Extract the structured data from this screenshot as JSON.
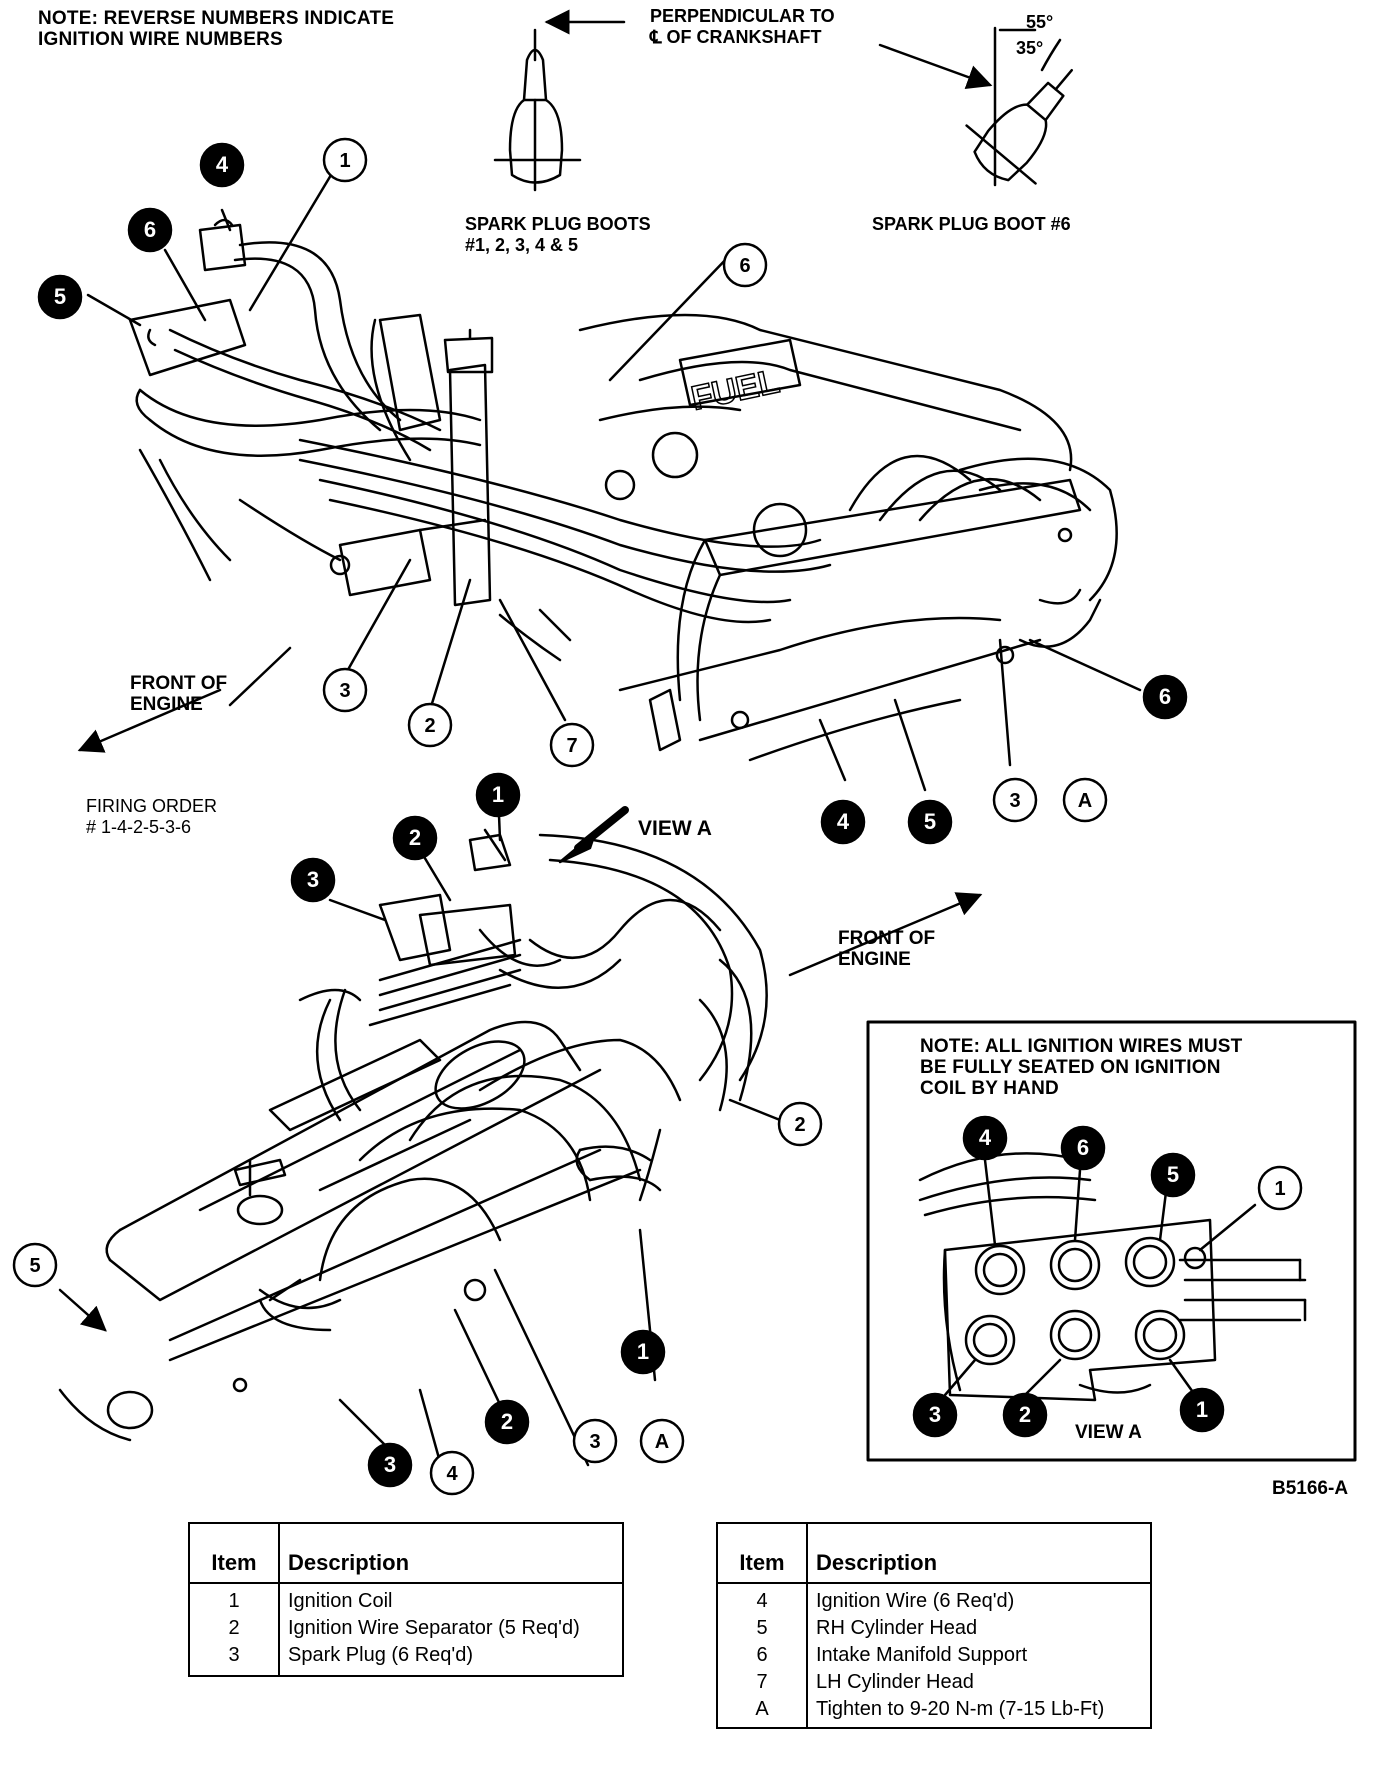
{
  "note_top": [
    "NOTE: REVERSE NUMBERS INDICATE",
    "IGNITION WIRE NUMBERS"
  ],
  "perp_label": [
    "PERPENDICULAR TO",
    "℄ OF CRANKSHAFT"
  ],
  "angle_55": "55°",
  "angle_35": "35°",
  "boots_label": [
    "SPARK PLUG BOOTS",
    "#1, 2, 3, 4 & 5"
  ],
  "boot6_label": "SPARK PLUG BOOT #6",
  "fuel_text": "FUEL",
  "front_upper": [
    "FRONT OF",
    "ENGINE"
  ],
  "firing_order": [
    "FIRING ORDER",
    "# 1-4-2-5-3-6"
  ],
  "view_a": "VIEW A",
  "front_lower": [
    "FRONT OF",
    "ENGINE"
  ],
  "note_coil": [
    "NOTE: ALL IGNITION WIRES MUST",
    "BE FULLY SEATED ON IGNITION",
    "COIL BY HAND"
  ],
  "view_a_inset": "VIEW A",
  "figure_code": "B5166-A",
  "callouts": {
    "top": {
      "w4": "4",
      "c1": "1",
      "w6": "6",
      "w5": "5",
      "c6": "6",
      "c3": "3",
      "c2": "2",
      "c7": "7",
      "w6b": "6",
      "w4b": "4",
      "w5b": "5",
      "c3b": "3",
      "cA": "A"
    },
    "bottom": {
      "w1": "1",
      "w2": "2",
      "w3": "3",
      "c2": "2",
      "c5": "5",
      "w1b": "1",
      "w2b": "2",
      "c3": "3",
      "cA": "A",
      "w3b": "3",
      "c4": "4"
    },
    "inset": {
      "w4": "4",
      "w6": "6",
      "w5": "5",
      "c1": "1",
      "w3": "3",
      "w2": "2",
      "w1": "1"
    }
  },
  "legend_left": {
    "headers": [
      "Item",
      "Description"
    ],
    "rows": [
      [
        "1",
        "Ignition Coil"
      ],
      [
        "2",
        "Ignition Wire Separator (5 Req'd)"
      ],
      [
        "3",
        "Spark Plug (6 Req'd)"
      ]
    ]
  },
  "legend_right": {
    "headers": [
      "Item",
      "Description"
    ],
    "rows": [
      [
        "4",
        "Ignition Wire (6 Req'd)"
      ],
      [
        "5",
        "RH Cylinder Head"
      ],
      [
        "6",
        "Intake Manifold Support"
      ],
      [
        "7",
        "LH Cylinder Head"
      ],
      [
        "A",
        "Tighten to 9-20 N-m (7-15 Lb-Ft)"
      ]
    ]
  }
}
